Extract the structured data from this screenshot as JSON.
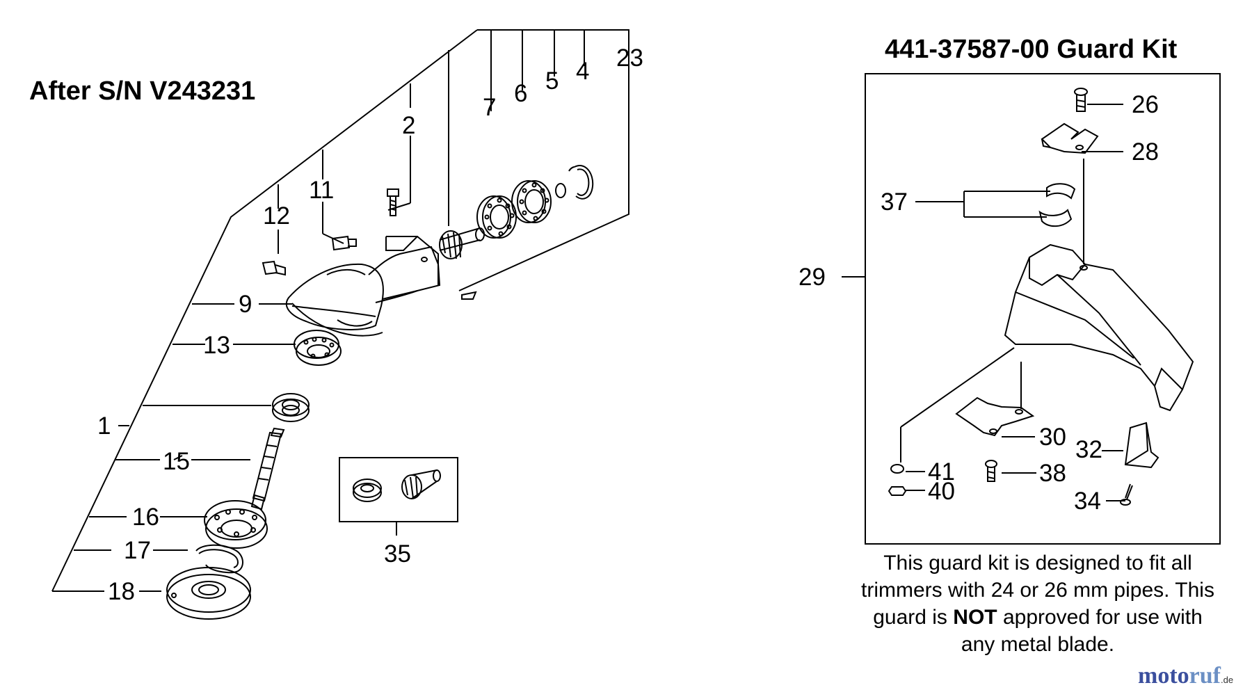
{
  "left_section": {
    "title": "After S/N V243231"
  },
  "right_section": {
    "title": "441-37587-00 Guard Kit"
  },
  "note": {
    "text_before": "This guard kit is designed to fit all trimmers with 24 or 26 mm pipes. This guard is ",
    "emphasis": "NOT",
    "text_after": " approved for use with any metal blade."
  },
  "watermark": {
    "part1": "moto",
    "part2": "ruf",
    "tld": ".de"
  },
  "callouts": {
    "p1": "1",
    "p2": "2",
    "p4": "4",
    "p5": "5",
    "p6": "6",
    "p7": "7",
    "p9": "9",
    "p11": "11",
    "p12": "12",
    "p13": "13",
    "p15": "15",
    "p16": "16",
    "p17": "17",
    "p18": "18",
    "p23": "23",
    "p26": "26",
    "p28": "28",
    "p29": "29",
    "p30": "30",
    "p32": "32",
    "p34": "34",
    "p35": "35",
    "p37": "37",
    "p38": "38",
    "p40": "40",
    "p41": "41"
  }
}
